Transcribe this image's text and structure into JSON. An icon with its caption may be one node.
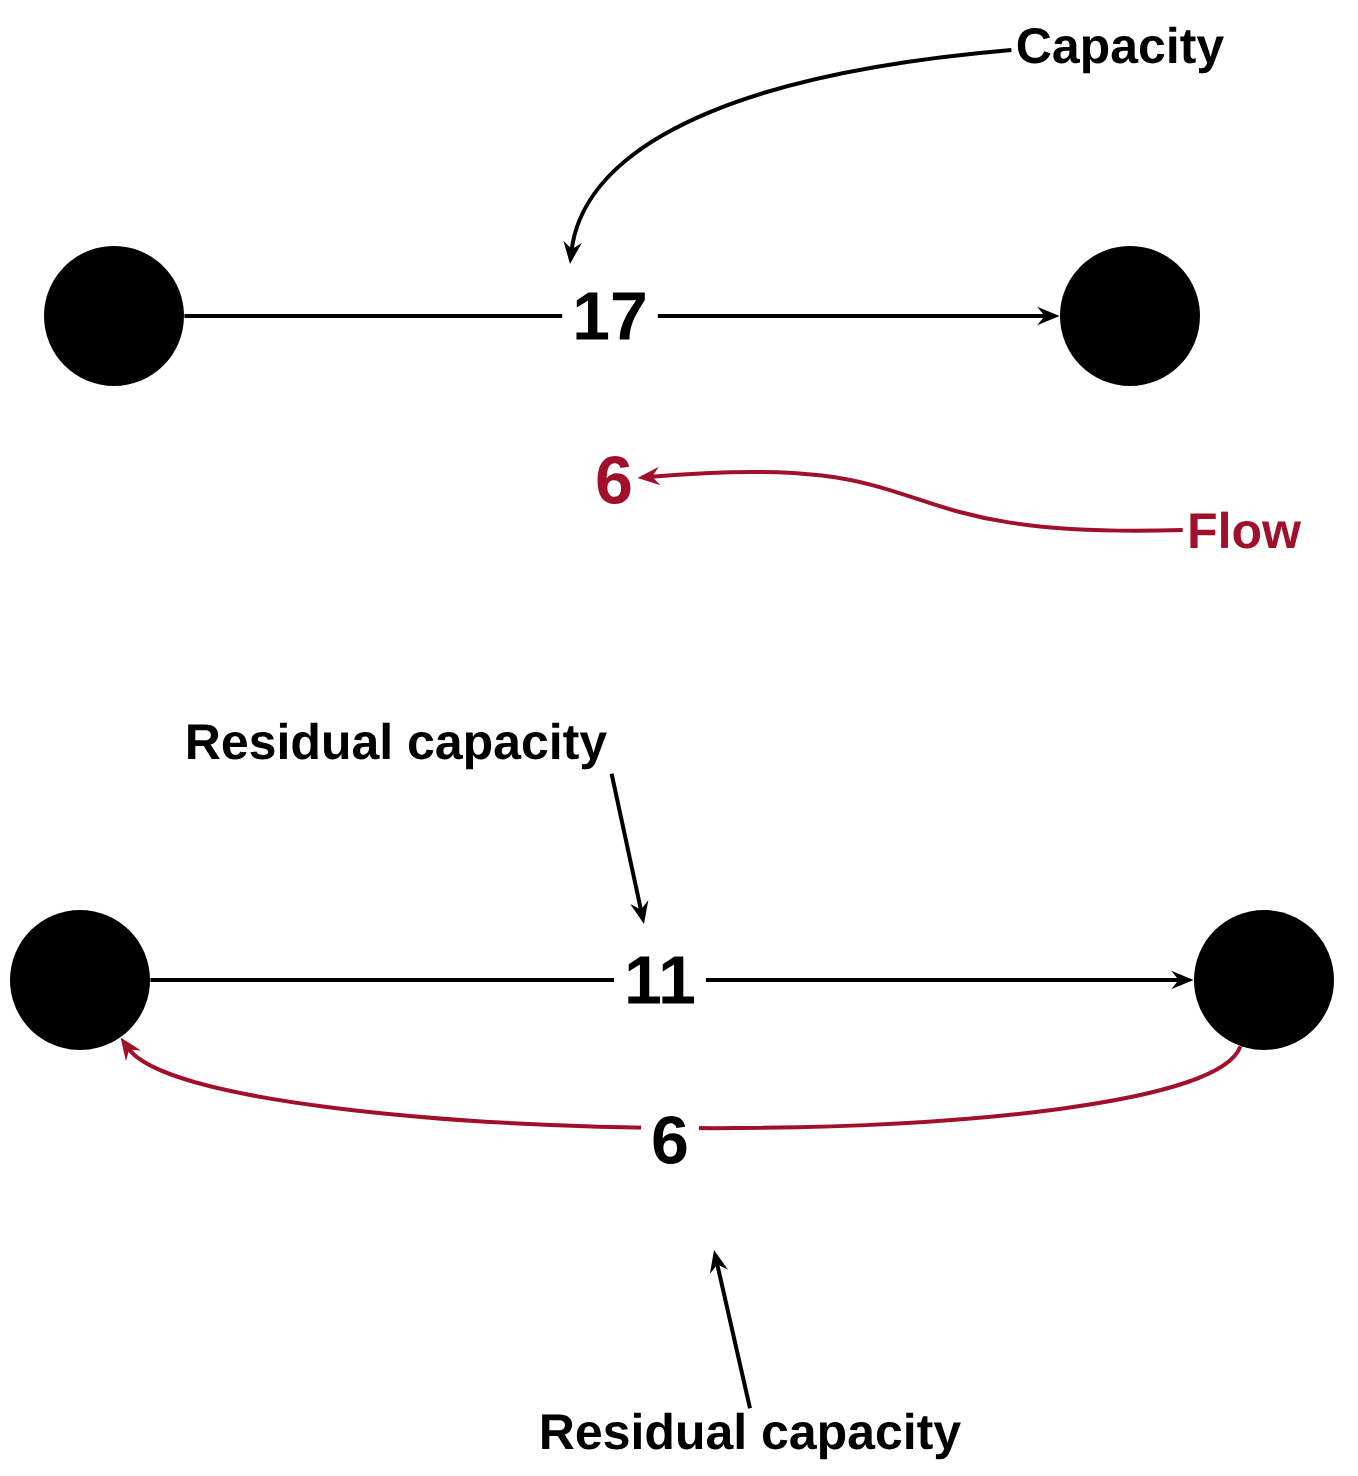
{
  "diagram": {
    "nodes": [
      {
        "text": [
          "Capacity"
        ]
      },
      {
        "text": [],
        "shape": "circle"
      },
      {
        "text": [],
        "shape": "circle"
      },
      {
        "text": [
          "6"
        ]
      },
      {
        "text": [
          "Flow"
        ]
      },
      {
        "text": [
          "Residual capacity"
        ]
      },
      {
        "text": [],
        "shape": "circle"
      },
      {
        "text": [],
        "shape": "circle"
      },
      {
        "text": [
          "Residual capacity"
        ]
      }
    ],
    "edges": [
      {
        "from": 0,
        "to": null,
        "arrow": "to"
      },
      {
        "from": 1,
        "to": 2,
        "arrow": "to",
        "label": "17"
      },
      {
        "from": 4,
        "to": 3,
        "arrow": "to",
        "color": "#a0102a"
      },
      {
        "from": 5,
        "to": null,
        "arrow": "to"
      },
      {
        "from": 6,
        "to": 7,
        "arrow": "to",
        "label": "11"
      },
      {
        "from": 7,
        "to": 6,
        "arrow": "to",
        "label": "6",
        "color": "#a0102a"
      },
      {
        "from": 8,
        "to": null,
        "arrow": "to"
      }
    ]
  }
}
